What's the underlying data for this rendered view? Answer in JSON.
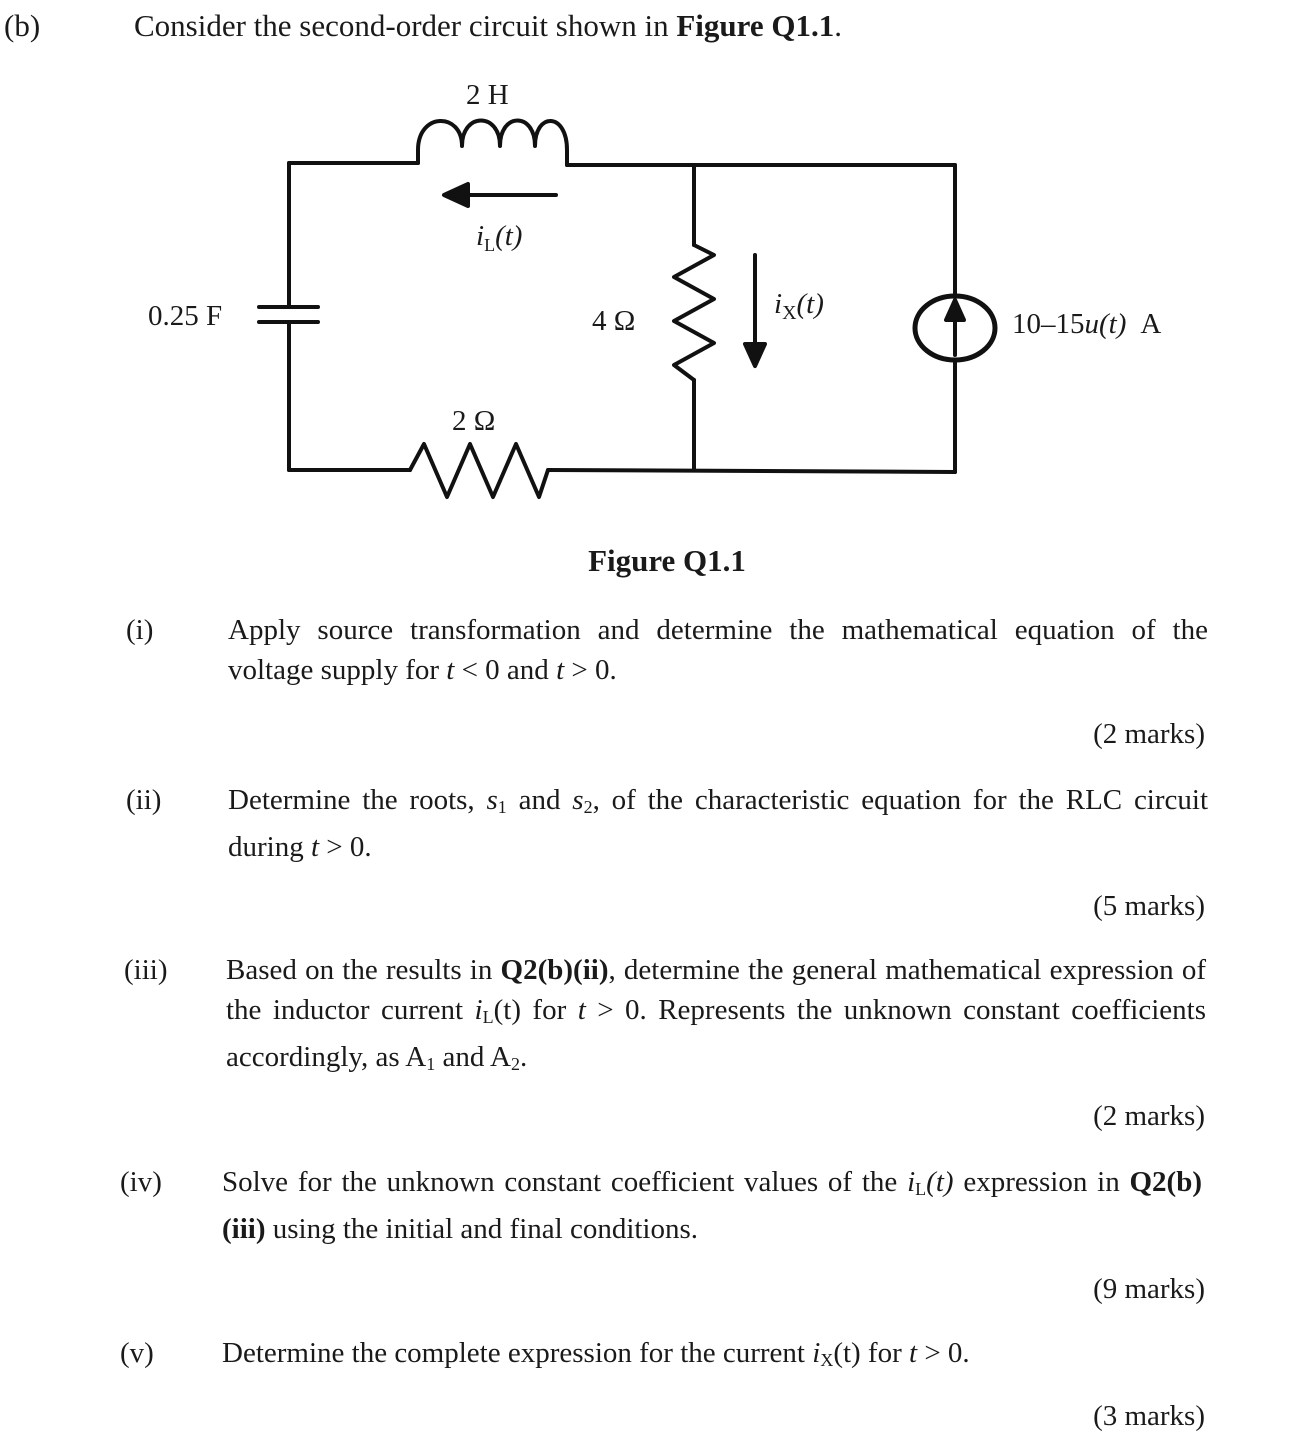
{
  "section": {
    "label": "(b)",
    "intro_prefix": "Consider the second-order circuit shown in ",
    "intro_ref": "Figure Q1.1",
    "intro_suffix": "."
  },
  "figure": {
    "caption": "Figure Q1.1",
    "components": {
      "inductor": {
        "value": "2 H"
      },
      "capacitor": {
        "value": "0.25 F"
      },
      "resistor_top_branch": {
        "value": "4 Ω"
      },
      "resistor_bottom": {
        "value": "2 Ω"
      },
      "current_source": {
        "value_prefix": "10–15",
        "value_func": "u",
        "value_arg": "(t)",
        "unit": "A"
      }
    },
    "currents": {
      "inductor_current": {
        "symbol": "i",
        "sub": "L",
        "arg": "(t)",
        "direction": "left"
      },
      "resistor_current": {
        "symbol": "i",
        "sub": "X",
        "arg": "(t)",
        "direction": "down"
      }
    }
  },
  "questions": [
    {
      "num": "(i)",
      "parts": [
        "Apply source transformation and determine the mathematical equation of the voltage supply for ",
        "t",
        " < 0 and ",
        "t",
        " > 0."
      ],
      "marks": "(2 marks)"
    },
    {
      "num": "(ii)",
      "parts": [
        "Determine the roots, ",
        "s",
        "1",
        " and ",
        "s",
        "2",
        ", of the characteristic equation for the RLC circuit during ",
        "t",
        " > 0."
      ],
      "marks": "(5 marks)"
    },
    {
      "num": "(iii)",
      "parts": [
        "Based on the results in ",
        "Q2(b)(ii)",
        ", determine the general mathematical expression of the inductor current ",
        "i",
        "L",
        "(t) for ",
        "t",
        " > 0. Represents the unknown constant coefficients accordingly, as A",
        "1",
        " and A",
        "2",
        "."
      ],
      "marks": "(2 marks)"
    },
    {
      "num": "(iv)",
      "parts": [
        "Solve for the unknown constant coefficient values of the ",
        "i",
        "L",
        "(t)",
        " expression in ",
        "Q2(b)(iii)",
        " using the initial and final conditions."
      ],
      "marks": "(9 marks)"
    },
    {
      "num": "(v)",
      "parts": [
        "Determine the complete expression for the current ",
        "i",
        "X",
        "(t) for ",
        "t",
        " > 0."
      ],
      "marks": "(3 marks)"
    }
  ]
}
